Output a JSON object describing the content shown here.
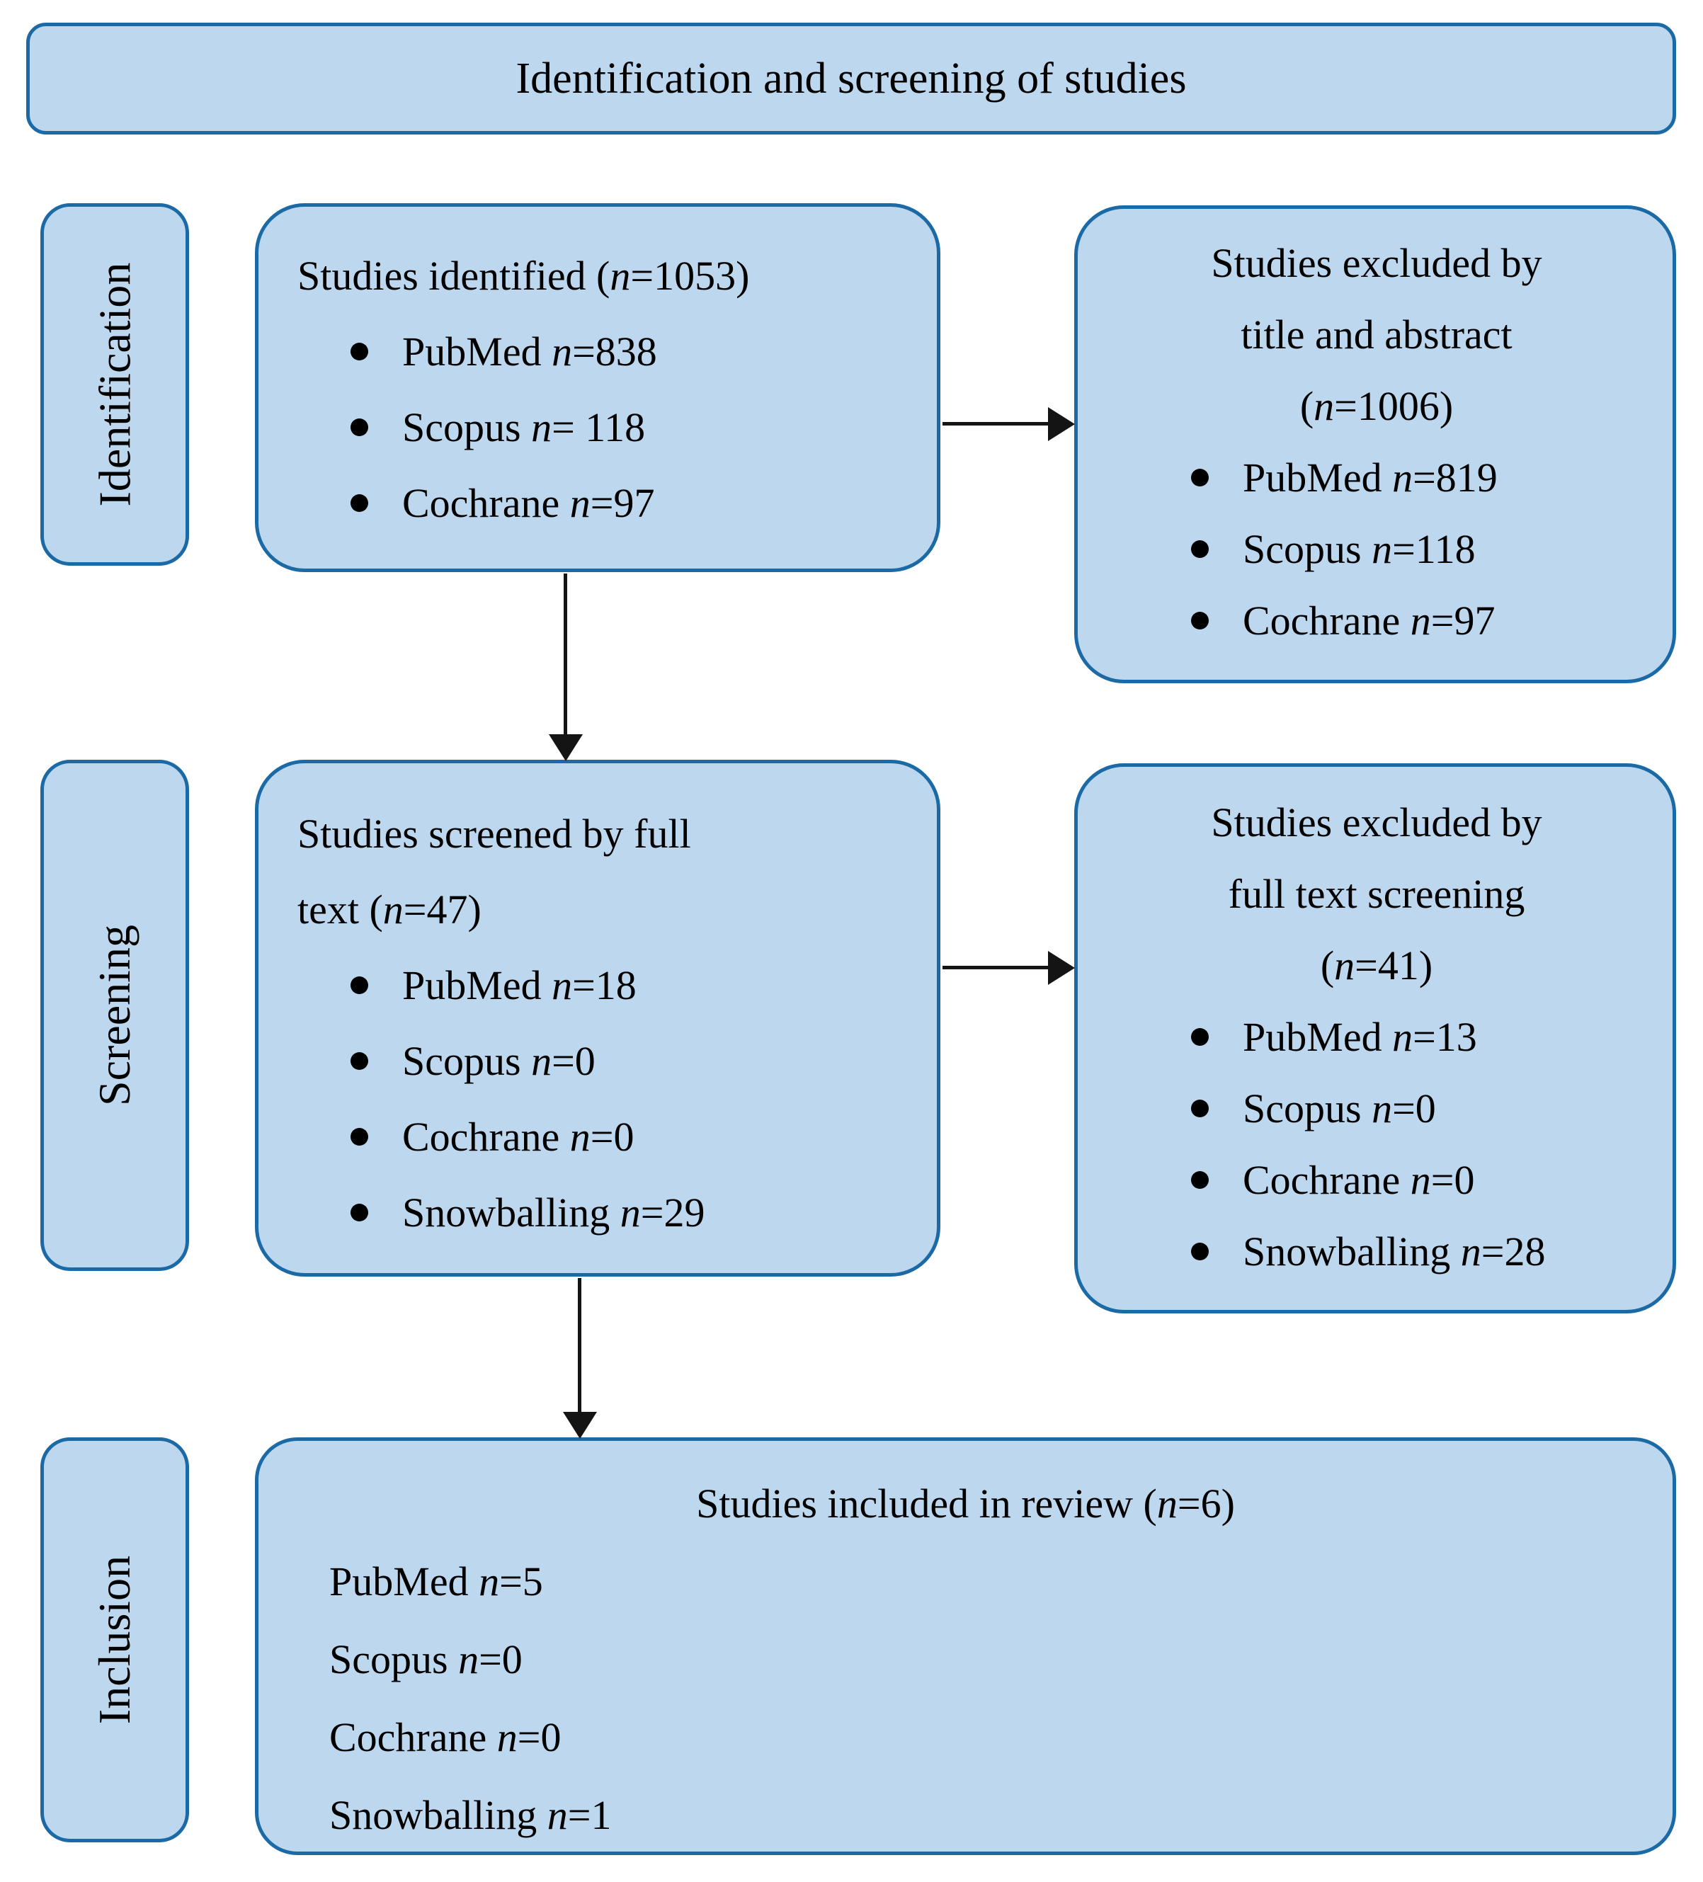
{
  "banner": {
    "title": "Identification and screening of studies"
  },
  "stage_labels": {
    "identification": "Identification",
    "screening": "Screening",
    "inclusion": "Inclusion"
  },
  "identification": {
    "identified": {
      "title_lines": [
        "Studies identified (n=1053)"
      ],
      "items": [
        "PubMed n=838",
        "Scopus n= 118",
        "Cochrane n=97"
      ]
    },
    "excluded": {
      "title_lines": [
        "Studies excluded by",
        "title and abstract",
        "(n=1006)"
      ],
      "items": [
        "PubMed n=819",
        "Scopus n=118",
        "Cochrane n=97"
      ]
    }
  },
  "screening": {
    "screened": {
      "title_lines": [
        "Studies screened by full",
        "text (n=47)"
      ],
      "items": [
        "PubMed n=18",
        "Scopus n=0",
        "Cochrane n=0",
        "Snowballing n=29"
      ]
    },
    "excluded": {
      "title_lines": [
        "Studies excluded by",
        "full text screening",
        "(n=41)"
      ],
      "items": [
        "PubMed n=13",
        "Scopus n=0",
        "Cochrane n=0",
        "Snowballing n=28"
      ]
    }
  },
  "inclusion": {
    "included": {
      "title_lines": [
        "Studies included in review (n=6)"
      ],
      "items": [
        "PubMed n=5",
        "Scopus n=0",
        "Cochrane n=0",
        "Snowballing n=1"
      ]
    }
  },
  "colors": {
    "box_fill": "#BDD7EE",
    "box_border": "#1B6AA5",
    "arrow": "#141414",
    "text": "#000000"
  }
}
